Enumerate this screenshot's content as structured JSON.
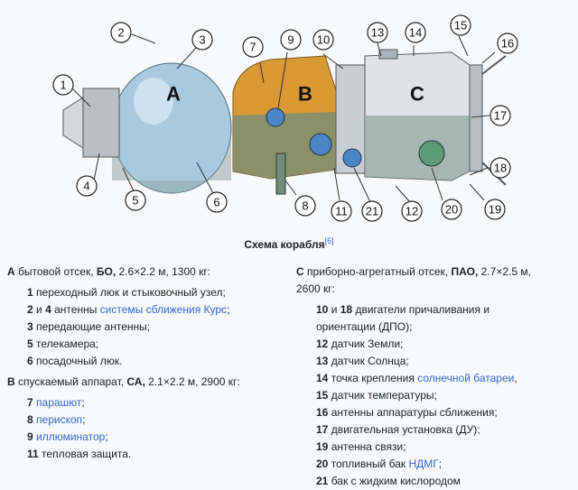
{
  "diagram": {
    "section_letters": [
      "A",
      "B",
      "C"
    ],
    "labels": [
      "1",
      "2",
      "3",
      "4",
      "5",
      "6",
      "7",
      "8",
      "9",
      "10",
      "11",
      "12",
      "13",
      "14",
      "15",
      "16",
      "17",
      "18",
      "19",
      "20",
      "21"
    ]
  },
  "caption": {
    "title": "Схема корабля",
    "ref": "[6]"
  },
  "left": {
    "sec_a": {
      "letter": "А",
      "pre": "бытовой отсек, ",
      "abbr": "БО,",
      "post": " 2.6×2.2 м, 1300 кг:"
    },
    "a_items": [
      {
        "num": "1",
        "text": "переходный люк и стыковочный узел;"
      },
      {
        "num": "2",
        "mid": "и",
        "num2": "4",
        "text": "антенны",
        "link": "системы сближения Курс",
        "tail": ";"
      },
      {
        "num": "3",
        "text": "передающие антенны;"
      },
      {
        "num": "5",
        "text": "телекамера;"
      },
      {
        "num": "6",
        "text": "посадочный люк."
      }
    ],
    "sec_b": {
      "letter": "B",
      "pre": "спускаемый аппарат, ",
      "abbr": "СА,",
      "post": " 2.1×2.2 м, 2900 кг:"
    },
    "b_items": [
      {
        "num": "7",
        "link": "парашют",
        "tail": ";"
      },
      {
        "num": "8",
        "link": "перископ",
        "tail": ";"
      },
      {
        "num": "9",
        "link": "иллюминатор",
        "tail": ";"
      },
      {
        "num": "11",
        "text": "тепловая защита."
      }
    ]
  },
  "right": {
    "sec_c": {
      "letter": "С",
      "pre": "приборно-агрегатный отсек, ",
      "abbr": "ПАО,",
      "post": " 2.7×2.5 м,",
      "line2": "2600 кг:"
    },
    "c_items": [
      {
        "num": "10",
        "mid": "и",
        "num2": "18",
        "text": "двигатели причаливания и",
        "line2": "ориентации (ДПО);"
      },
      {
        "num": "12",
        "text": "датчик Земли;"
      },
      {
        "num": "13",
        "text": "датчик Солнца;"
      },
      {
        "num": "14",
        "text": "точка крепления",
        "link": "солнечной батареи",
        "tail": ","
      },
      {
        "num": "15",
        "text": "датчик температуры;"
      },
      {
        "num": "16",
        "text": "антенны аппаратуры сближения;"
      },
      {
        "num": "17",
        "text": "двигательная установка (ДУ);"
      },
      {
        "num": "19",
        "text": "антенна связи;"
      },
      {
        "num": "20",
        "text": "топливный бак",
        "link": "НДМГ",
        "tail": ";"
      },
      {
        "num": "21",
        "text": "бак с жидким кислородом"
      }
    ]
  },
  "colors": {
    "link": "#3366cc",
    "orange": "#d99a36",
    "blue": "#9ec3de",
    "silver": "#c9ced3"
  }
}
